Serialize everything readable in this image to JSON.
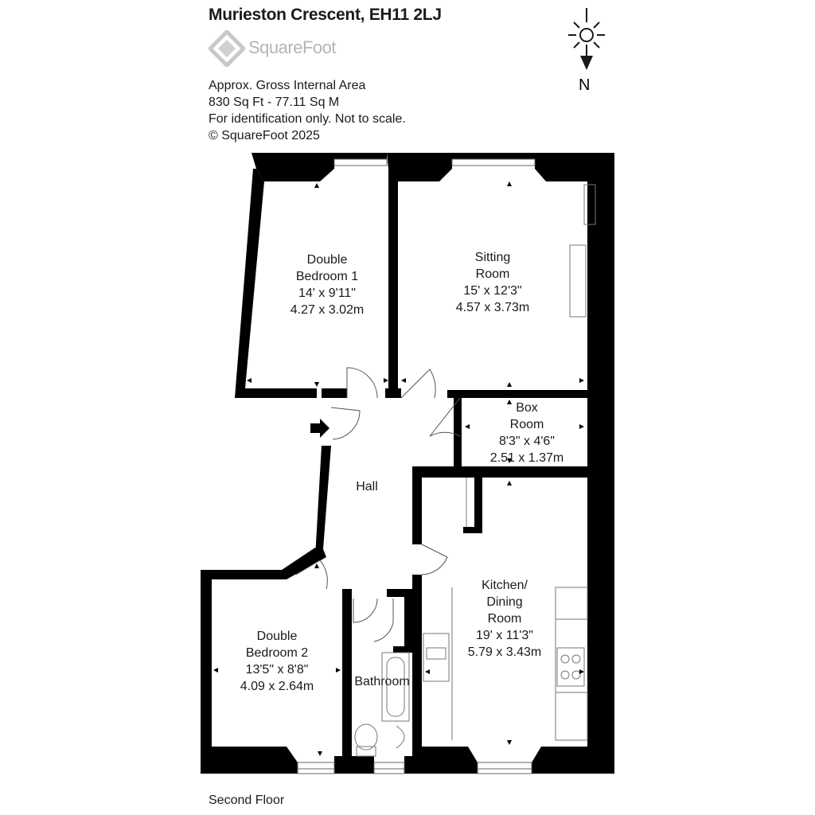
{
  "header": {
    "title": "Murieston Crescent, EH11 2LJ",
    "brand": "SquareFoot"
  },
  "info": {
    "line1": "Approx. Gross Internal Area",
    "line2": "830 Sq Ft  -  77.11 Sq M",
    "line3": "For identification only. Not to scale.",
    "line4": "© SquareFoot 2025"
  },
  "compass": {
    "label": "N",
    "icon": "sun-icon"
  },
  "rooms": {
    "bedroom1": {
      "name1": "Double",
      "name2": "Bedroom 1",
      "imperial": "14' x 9'11\"",
      "metric": "4.27 x 3.02m"
    },
    "sitting": {
      "name1": "Sitting",
      "name2": "Room",
      "imperial": "15' x 12'3\"",
      "metric": "4.57 x 3.73m"
    },
    "box": {
      "name1": "Box",
      "name2": "Room",
      "imperial": "8'3\" x 4'6\"",
      "metric": "2.51 x 1.37m"
    },
    "hall": {
      "name": "Hall"
    },
    "kitchen": {
      "name1": "Kitchen/",
      "name2": "Dining",
      "name3": "Room",
      "imperial": "19' x 11'3\"",
      "metric": "5.79 x 3.43m"
    },
    "bedroom2": {
      "name1": "Double",
      "name2": "Bedroom 2",
      "imperial": "13'5\" x 8'8\"",
      "metric": "4.09 x 2.64m"
    },
    "bathroom": {
      "name": "Bathroom"
    }
  },
  "floor": {
    "label": "Second Floor"
  },
  "colors": {
    "wall": "#000000",
    "logo": "#b5b5b5",
    "fixture": "#555555"
  }
}
